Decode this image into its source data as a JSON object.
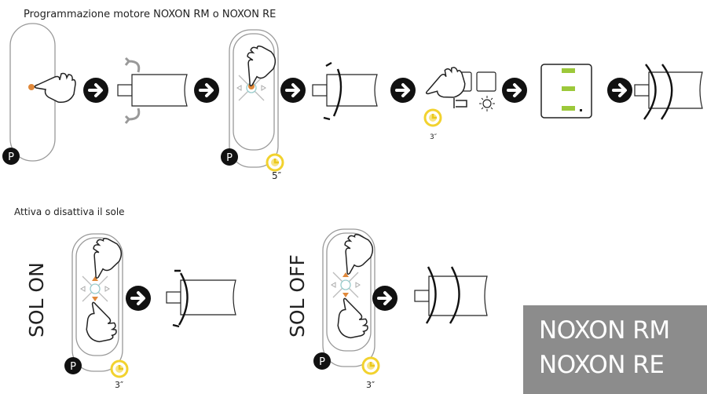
{
  "section1": {
    "title": "Programmazione motore NOXON RM o NOXON RE",
    "p_label": "P",
    "hold_time_remote": "5″",
    "hold_time_button": "3″"
  },
  "section2": {
    "title": "Attiva o disattiva il sole",
    "sol_on": "SOL ON",
    "sol_off": "SOL OFF",
    "p_label": "P",
    "hold_time_on": "3″",
    "hold_time_off": "3″"
  },
  "brand": {
    "line1": "NOXON RM",
    "line2": "NOXON RE"
  },
  "colors": {
    "orange": "#e0883a",
    "yellow": "#f2d22e",
    "green": "#9cc83a",
    "brand_bg": "#8c8c8c"
  }
}
